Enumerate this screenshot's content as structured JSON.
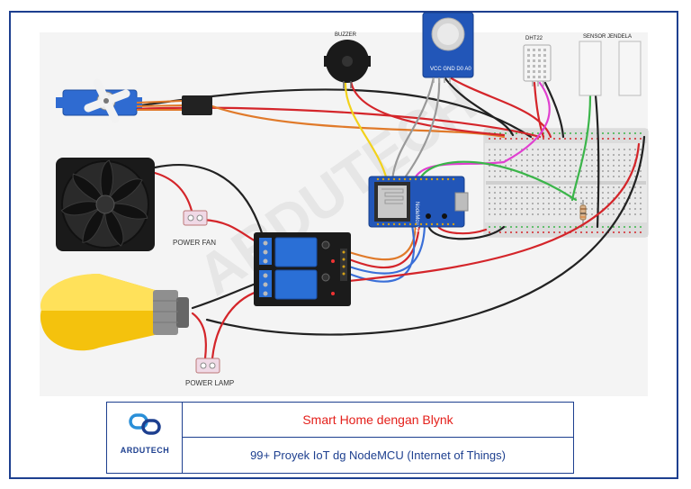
{
  "labels": {
    "buzzer": "BUZZER",
    "dht22": "DHT22",
    "sensor_jendela": "SENSOR JENDELA",
    "power_fan": "POWER FAN",
    "power_lamp": "POWER LAMP",
    "nodemcu": "NodeMcu v3",
    "watermark": "ARDUTECH"
  },
  "footer": {
    "title": "Smart Home dengan Blynk",
    "subtitle": "99+ Proyek IoT dg NodeMCU (Internet of Things)",
    "brand": "ARDUTECH"
  },
  "colors": {
    "frame": "#1d3f8f",
    "title": "#e4201b",
    "subtitle": "#1d3f8f",
    "wire_red": "#d4252a",
    "wire_black": "#222222",
    "wire_orange": "#e07a2a",
    "wire_yellow": "#f2d21b",
    "wire_magenta": "#e040d0",
    "wire_green": "#3bb54a",
    "wire_gray": "#999999",
    "wire_blue": "#3a6fd8"
  }
}
